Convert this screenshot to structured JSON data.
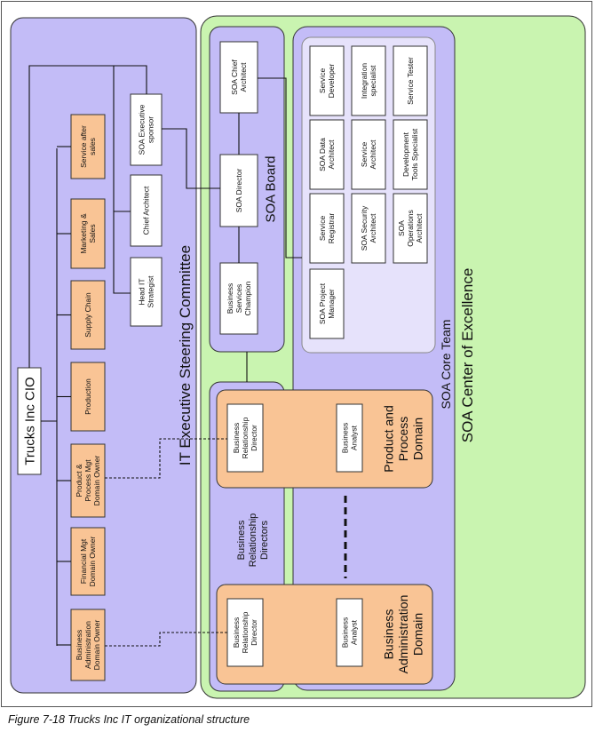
{
  "caption": "Figure 7-18   Trucks Inc IT organizational structure",
  "colors": {
    "lavender": "#c3bcf7",
    "green": "#c9f4b0",
    "orange": "#f9c495",
    "white": "#ffffff"
  },
  "steering": {
    "title": "IT Executive Steering Committee",
    "cio": "Trucks Inc CIO",
    "domain_owners": [
      [
        "Service after",
        "sales"
      ],
      [
        "Marketing &",
        "Sales"
      ],
      [
        "Supply Chain"
      ],
      [
        "Production"
      ],
      [
        "Product &",
        "Process Mgt",
        "Domain Owner"
      ],
      [
        "Financial Mgt",
        "Domain Owner"
      ],
      [
        "Business",
        "Administration",
        "Domain Owner"
      ]
    ],
    "advisors": [
      [
        "SOA Executive",
        "sponsor"
      ],
      [
        "Chief Architect"
      ],
      [
        "Head IT",
        "Strategist"
      ]
    ]
  },
  "coe": {
    "title": "SOA Center of Excellence",
    "board": {
      "title": "SOA Board",
      "members": [
        [
          "SOA Chief",
          "Architect"
        ],
        [
          "SOA Director"
        ],
        [
          "Business",
          "Services",
          "Champion"
        ]
      ]
    },
    "core_team": {
      "title": "SOA Core Team",
      "roles": [
        [
          "Service",
          "Developer"
        ],
        [
          "Integration",
          "specialist"
        ],
        [
          "Service Tester"
        ],
        [
          "SOA Data",
          "Architect"
        ],
        [
          "Service",
          "Architect"
        ],
        [
          "Development",
          "Tools Specialist"
        ],
        [
          "Service",
          "Registrar"
        ],
        [
          "SOA Security",
          "Architect"
        ],
        [
          "SOA",
          "Operations",
          "Architect"
        ],
        [
          "SOA Project",
          "Manager"
        ]
      ]
    },
    "brd_label": [
      "Business",
      "Relationship",
      "Directors"
    ],
    "domains": [
      {
        "title": [
          "Product and",
          "Process",
          "Domain"
        ],
        "director": [
          "Business",
          "Relationship",
          "Director"
        ],
        "analyst": [
          "Business",
          "Analyst"
        ]
      },
      {
        "title": [
          "Business",
          "Administration",
          "Domain"
        ],
        "director": [
          "Business",
          "Relationship",
          "Director"
        ],
        "analyst": [
          "Business",
          "Analyst"
        ]
      }
    ]
  }
}
